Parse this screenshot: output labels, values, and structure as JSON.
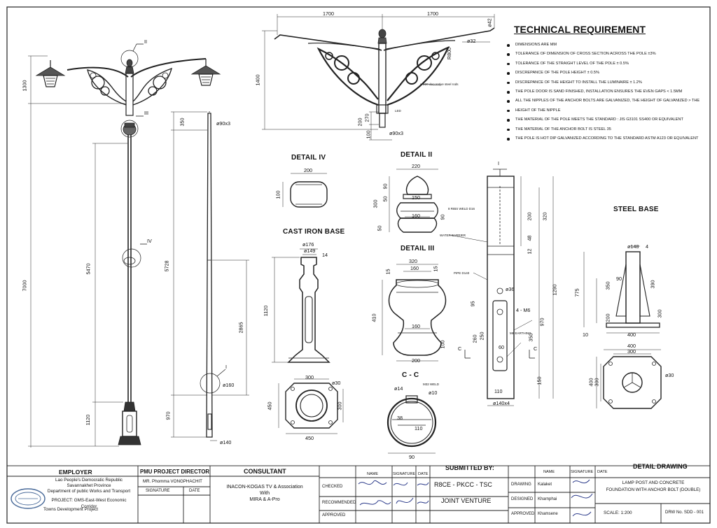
{
  "technical": {
    "title": "TECHNICAL REQUIREMENT",
    "items": [
      "DIMENSIONS ARE MM",
      "TOLERANCE OF DIMENSION OF CROSS SECTION ACROSS THE POLE ±3%",
      "TOLERANCE OF THE STRAIGHT LEVEL OF THE POLE ± 0.5%",
      "DISCREPANCE OF THE POLE HEIGHT ± 0.5%",
      "DISCREPANCE OF THE HEIGHT TO INSTALL THE LUMINAIRE ± 1.2%",
      "THE POLE DOOR IS SAND FINISHED, INSTALLATION ENSURES THE EVEN GAPS < 1.5MM",
      "ALL THE NIPPLES OF THE ANCHOR BOLTS ARE GALVANIZED, THE HEIGHT OF GALVANIZED > THE",
      "HEIGHT OF THE NIPPLE",
      "THE MATERIAL OF THE POLE MEETS THE STANDARD : JIS G3101 SS400 OR EQUIVALENT",
      "THE MATERIAL OF THE ANCHOR BOLT IS STEEL 35",
      "THE POLE IS HOT DIP GALVANIZED ACCORDING TO THE STANDARD ASTM A123 OR EQUIVALENT"
    ]
  },
  "details": {
    "detail_iv": "DETAIL IV",
    "detail_ii": "DETAIL II",
    "detail_iii": "DETAIL III",
    "cast_iron_base": "CAST IRON BASE",
    "cc": "C - C",
    "steel_base": "STEEL BASE",
    "marker_i": "I",
    "marker_ii": "II",
    "marker_iii": "III",
    "marker_iv": "IV",
    "marker_c": "C"
  },
  "dims": {
    "d1700a": "1700",
    "d1700b": "1700",
    "phi42": "ø42",
    "phi32": "ø32",
    "r800": "R800",
    "d1400": "1400",
    "d200": "200",
    "d270": "270",
    "d100": "100",
    "phi90x3_top": "ø90x3",
    "d1300": "1300",
    "d7000": "7000",
    "d5470": "5470",
    "d1120": "1120",
    "d350": "350",
    "phi90x3": "ø90x3",
    "d5728": "5728",
    "d970": "970",
    "d2865": "2865",
    "phi160": "ø160",
    "phi140": "ø140",
    "iv_200": "200",
    "iv_100": "100",
    "ii_220": "220",
    "ii_300": "300",
    "ii_50": "50",
    "ii_90": "90",
    "ii_150": "150",
    "ii_160": "160",
    "ii_50b": "50",
    "ii_90b": "90",
    "ci_176": "ø176",
    "ci_149": "ø149",
    "ci_14": "14",
    "ci_1120": "1120",
    "ci_300": "300",
    "ci_phi30": "ø30",
    "ci_450": "450",
    "ci_300b": "300",
    "ci_450b": "450",
    "iii_320": "320",
    "iii_160": "160",
    "iii_15a": "15",
    "iii_15b": "15",
    "iii_410": "410",
    "iii_160b": "160",
    "iii_100": "100",
    "iii_200": "200",
    "cc_14": "ø14",
    "cc_m32": "M32 WELD",
    "cc_10": "ø10",
    "cc_38": "38",
    "cc_110": "110",
    "cc_90": "90",
    "pi_200": "200",
    "pi_320": "320",
    "pi_12": "12",
    "pi_48": "48",
    "pi_36": "ø36",
    "pi_95": "95",
    "pi_4m6": "4 - M6",
    "pi_1290": "1290",
    "pi_970": "970",
    "pi_350": "350",
    "pi_250": "250",
    "pi_260": "260",
    "pi_60": "60",
    "pi_150": "150",
    "pi_110": "110",
    "pi_140x4": "ø140x4",
    "sb_148": "ø148",
    "sb_4": "4",
    "sb_90": "90",
    "sb_350": "350",
    "sb_390": "390",
    "sb_775": "775",
    "sb_200": "200",
    "sb_300": "300",
    "sb_10": "10",
    "sb_400": "400",
    "sb_400b": "400",
    "sb_300b": "300",
    "sb_400c": "400",
    "sb_300c": "300",
    "sb_phi30": "ø30"
  },
  "notes": {
    "ribbed": "8 RIBS WELD D16",
    "waterbarrier": "WATER BARRIER",
    "pipe": "PIPE D140",
    "mbearthing": "M8 EARTHING",
    "arm_note": "ø20 decorative steel rods",
    "led": "LED"
  },
  "titleblock": {
    "employer_h": "EMPLOYER",
    "employer_1": "Lao People's Democratic Republic",
    "employer_2": "Savannakhet Province",
    "employer_3": "Department of public Works and Transport",
    "employer_4": "PROJECT: GMS-East-West Economic Corridor",
    "employer_5": "Towns Development Project",
    "pmu_h": "PMU PROJECT DIRECTOR",
    "pmu_name": "MR. Phomma VONGPHACHIT",
    "pmu_sig": "SIGNATURE",
    "pmu_date": "DATE",
    "cons_h": "CONSULTANT",
    "cons_1": "INACON-KOGAS TV & Association",
    "cons_2": "With",
    "cons_3": "MIRA & A-Pro",
    "checked": "CHECKED",
    "recommended": "RECOMMENDED",
    "approved": "APPROVED",
    "col_name": "NAME",
    "col_sig": "SIGNATURE",
    "col_date": "DATE",
    "sub_h": "SUBMITTED BY:",
    "sub_1": "R8CE - PKCC - TSC",
    "sub_2": "JOINT VENTURE",
    "drawing": "DRAWING",
    "designed": "DESIGNED",
    "approved2": "APPROVED",
    "name_kalaket": "Kalaket",
    "name_kharnphai": "Kharnphai",
    "name_khamsene": "Khamsene",
    "col_name2": "NAME",
    "col_sig2": "SIGNATURE",
    "col_date2": "DATE",
    "dd_h": "DETAIL DRAWING",
    "dd_1": "LAMP POST AND CONCRETE",
    "dd_2": "FOUNDATION WITH ANCHOR BOLT (DOUBLE)",
    "scale": "SCALE: 1:200",
    "drw": "DRW No. SDD - 001"
  }
}
